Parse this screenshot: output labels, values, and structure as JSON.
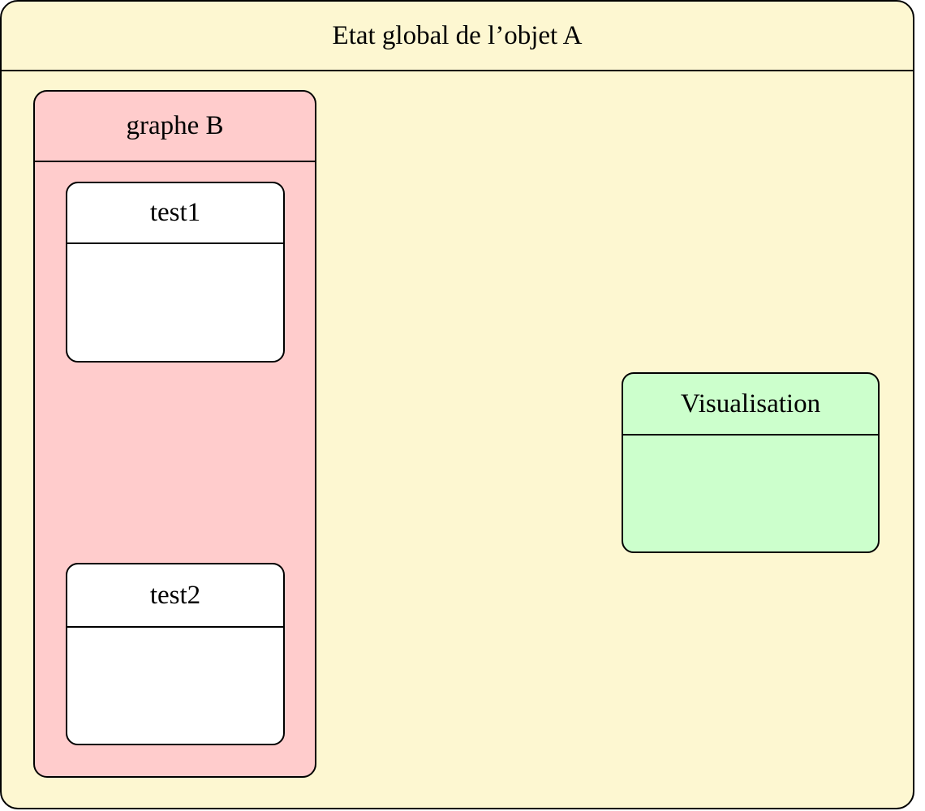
{
  "diagram": {
    "outer": {
      "title": "Etat global de l’objet A"
    },
    "group": {
      "title": "graphe B",
      "nodes": [
        {
          "title": "test1"
        },
        {
          "title": "test2"
        }
      ]
    },
    "visualisation": {
      "title": "Visualisation"
    }
  },
  "colors": {
    "outer_bg": "#FDF7D1",
    "group_bg": "#FFCCCC",
    "node_bg": "#FFFFFF",
    "viz_bg": "#CCFFCC",
    "border": "#000000",
    "page_bg": "#FFFFFF"
  }
}
